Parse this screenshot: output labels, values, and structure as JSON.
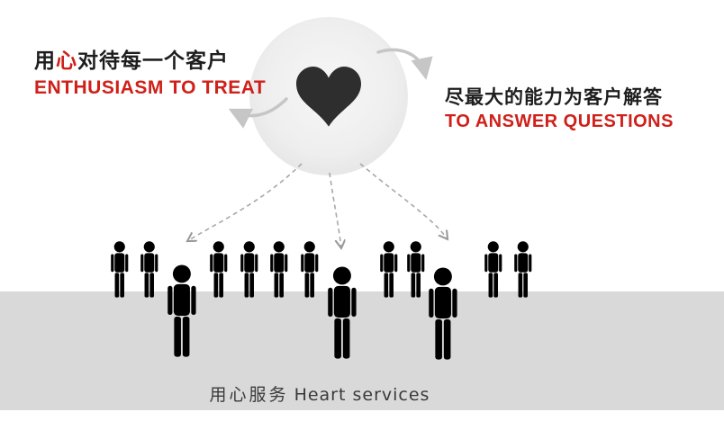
{
  "left_block": {
    "title_part1": "用",
    "title_part2": "心",
    "title_part3": "对待每一个客户",
    "subtitle": "ENTHUSIASM TO TREAT"
  },
  "right_block": {
    "title": "尽最大的能力为客户解答",
    "subtitle": "TO ANSWER QUESTIONS"
  },
  "footer": {
    "caption_cn": "用心服务",
    "caption_en": "Heart services"
  },
  "colors": {
    "accent_red": "#cf201a",
    "heart_black": "#2e2e2e",
    "band_gray": "#d9d9d9",
    "dashed_gray": "#a8a8a8",
    "swoosh_gray": "#c6c6c6",
    "figure_gray": "#c3c3c3",
    "figure_gray_light": "#d2d2d2",
    "figure_outline": "#3a3a3a"
  },
  "icons": {
    "heart": "heart-icon",
    "person": "person-icon",
    "dashed_arrow": "dashed-arrow-icon",
    "curved_arrow": "curved-arrow-icon"
  }
}
